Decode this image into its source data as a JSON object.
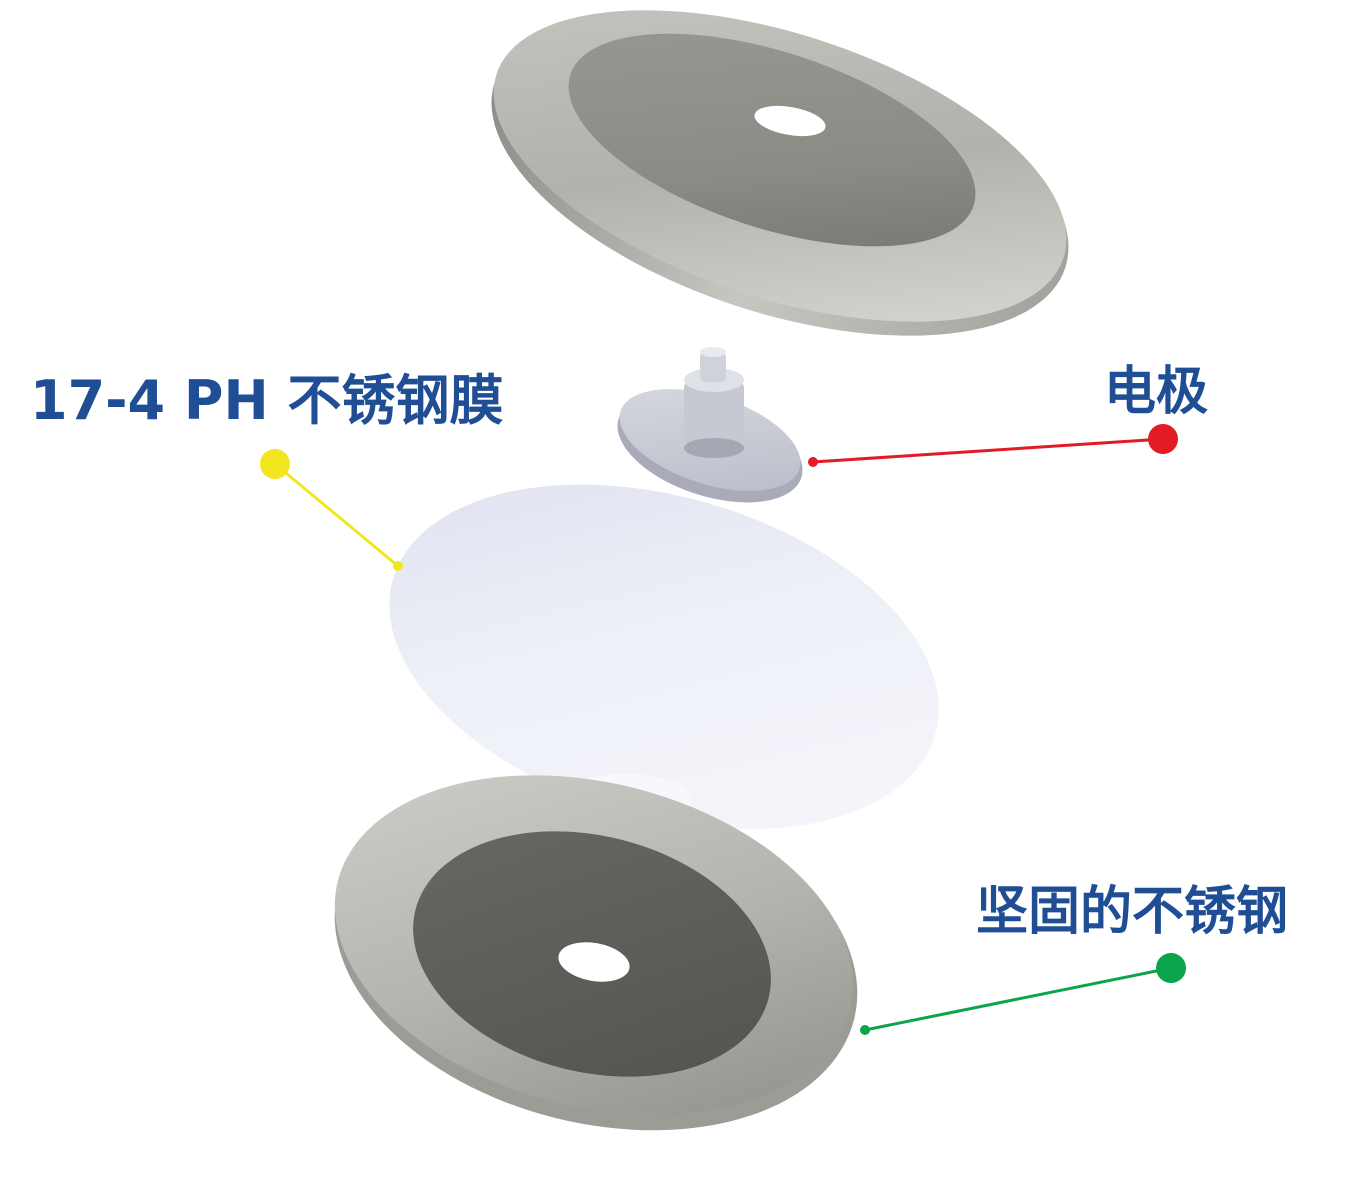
{
  "labels": {
    "membrane": "17-4 PH 不锈钢膜",
    "electrode": "电极",
    "steel": "坚固的不锈钢"
  },
  "colors": {
    "label_text": "#1f4e95",
    "membrane_marker": "#f2e620",
    "electrode_marker": "#e21b24",
    "steel_marker": "#0aa54a",
    "steel_light": "#c9c7c1",
    "steel_dark": "#6b6a66",
    "membrane_face": "#e7eaf5"
  }
}
